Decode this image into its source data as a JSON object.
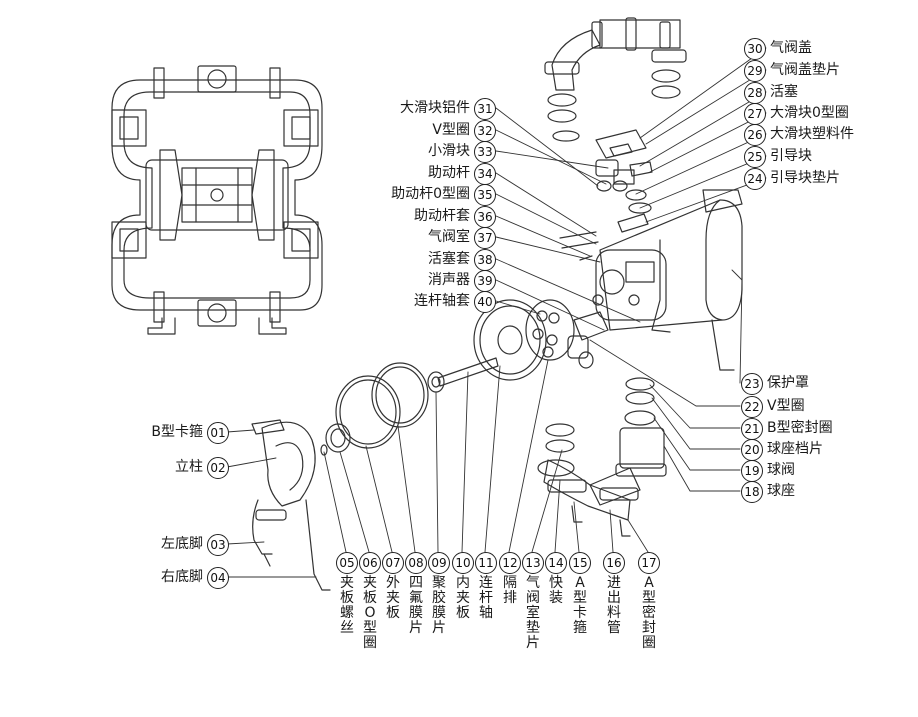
{
  "parts": [
    {
      "num": "01",
      "label": "B型卡箍"
    },
    {
      "num": "02",
      "label": "立柱"
    },
    {
      "num": "03",
      "label": "左底脚"
    },
    {
      "num": "04",
      "label": "右底脚"
    },
    {
      "num": "05",
      "label": "夹板螺丝"
    },
    {
      "num": "06",
      "label": "夹板O型圈"
    },
    {
      "num": "07",
      "label": "外夹板"
    },
    {
      "num": "08",
      "label": "四氟膜片"
    },
    {
      "num": "09",
      "label": "聚胶膜片"
    },
    {
      "num": "10",
      "label": "内夹板"
    },
    {
      "num": "11",
      "label": "连杆轴"
    },
    {
      "num": "12",
      "label": "隔排"
    },
    {
      "num": "13",
      "label": "气阀室垫片"
    },
    {
      "num": "14",
      "label": "快装"
    },
    {
      "num": "15",
      "label": "A型卡箍"
    },
    {
      "num": "16",
      "label": "进出料管"
    },
    {
      "num": "17",
      "label": "A型密封圈"
    },
    {
      "num": "18",
      "label": "球座"
    },
    {
      "num": "19",
      "label": "球阀"
    },
    {
      "num": "20",
      "label": "球座档片"
    },
    {
      "num": "21",
      "label": "B型密封圈"
    },
    {
      "num": "22",
      "label": "V型圈"
    },
    {
      "num": "23",
      "label": "保护罩"
    },
    {
      "num": "24",
      "label": "引导块垫片"
    },
    {
      "num": "25",
      "label": "引导块"
    },
    {
      "num": "26",
      "label": "大滑块塑料件"
    },
    {
      "num": "27",
      "label": "大滑块0型圈"
    },
    {
      "num": "28",
      "label": "活塞"
    },
    {
      "num": "29",
      "label": "气阀盖垫片"
    },
    {
      "num": "30",
      "label": "气阀盖"
    },
    {
      "num": "31",
      "label": "大滑块铝件"
    },
    {
      "num": "32",
      "label": "V型圈"
    },
    {
      "num": "33",
      "label": "小滑块"
    },
    {
      "num": "34",
      "label": "助动杆"
    },
    {
      "num": "35",
      "label": "助动杆0型圈"
    },
    {
      "num": "36",
      "label": "助动杆套"
    },
    {
      "num": "37",
      "label": "气阀室"
    },
    {
      "num": "38",
      "label": "活塞套"
    },
    {
      "num": "39",
      "label": "消声器"
    },
    {
      "num": "40",
      "label": "连杆轴套"
    }
  ]
}
